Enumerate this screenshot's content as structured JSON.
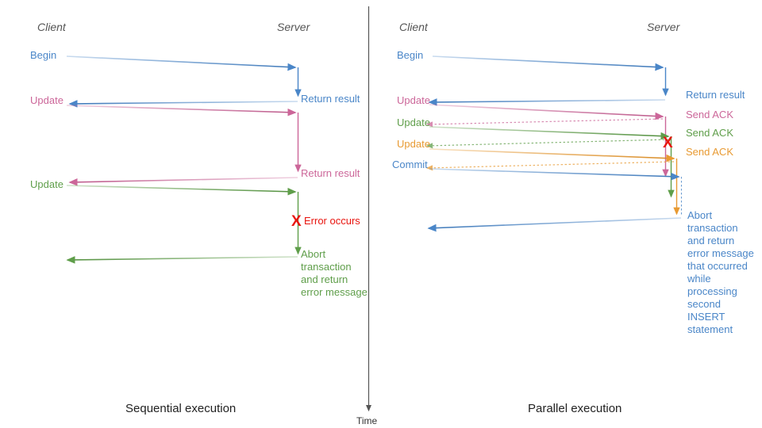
{
  "figure": {
    "time_axis_label": "Time",
    "divider_color": "#555555"
  },
  "colors": {
    "blue": "#4a86c8",
    "pink": "#cc6699",
    "green": "#5f9e4a",
    "orange": "#e89a32",
    "red": "#e8150f",
    "title_gray": "#555555",
    "caption_black": "#222222"
  },
  "left_panel": {
    "caption": "Sequential execution",
    "client_title": "Client",
    "server_title": "Server",
    "messages": {
      "begin": "Begin",
      "return_result_1": "Return result",
      "update_1": "Update",
      "return_result_2": "Return result",
      "update_2": "Update",
      "error_occurs": "Error occurs",
      "error_mark": "X",
      "abort_line_1": "Abort",
      "abort_line_2": "transaction",
      "abort_line_3": "and return",
      "abort_line_4": "error message"
    }
  },
  "right_panel": {
    "caption": "Parallel execution",
    "client_title": "Client",
    "server_title": "Server",
    "messages": {
      "begin": "Begin",
      "return_result": "Return result",
      "update_1": "Update",
      "send_ack_1": "Send ACK",
      "update_2": "Update",
      "send_ack_2": "Send ACK",
      "update_3": "Update",
      "send_ack_3": "Send ACK",
      "commit": "Commit",
      "error_mark": "X",
      "abort_line_1": "Abort",
      "abort_line_2": "transaction",
      "abort_line_3": "and return",
      "abort_line_4": "error message",
      "abort_line_5": "that occurred",
      "abort_line_6": "while",
      "abort_line_7": "processing",
      "abort_line_8": "second",
      "abort_line_9": "INSERT",
      "abort_line_10": "statement"
    }
  }
}
